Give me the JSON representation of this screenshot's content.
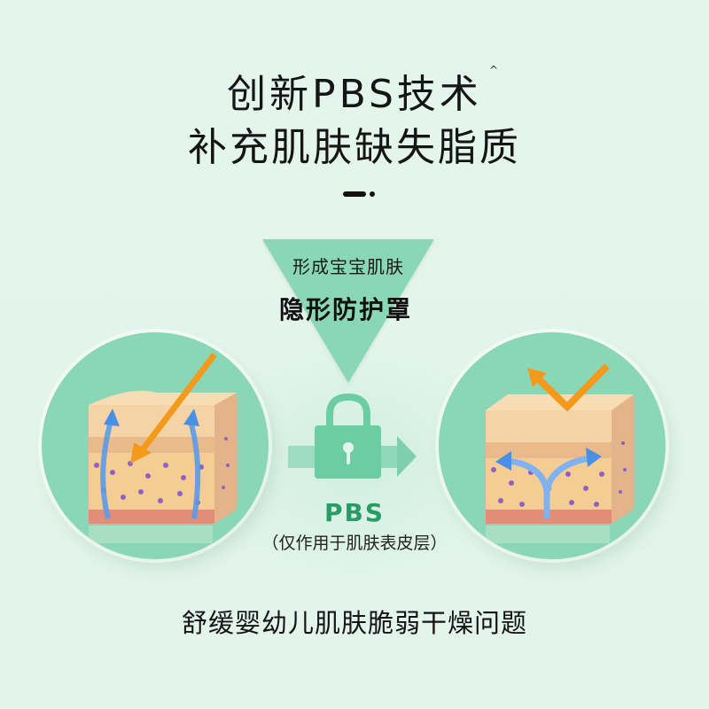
{
  "header": {
    "title_line1": "创新PBS技术",
    "title_superscript": "^",
    "title_line2": "补充肌肤缺失脂质"
  },
  "callout": {
    "subtitle": "形成宝宝肌肤",
    "title": "隐形防护罩"
  },
  "diagram": {
    "left_panel": "skin-cross-section-before",
    "right_panel": "skin-cross-section-after",
    "center_icon": "lock-icon",
    "label": "PBS",
    "note": "（仅作用于肌肤表皮层）"
  },
  "footer": {
    "tagline": "舒缓婴幼儿肌肤脆弱干燥问题"
  },
  "colors": {
    "background": "#e3f5ec",
    "mint": "#8ad7b8",
    "accent_green": "#2a9a66",
    "arrow_orange": "#f39a1c",
    "arrow_blue": "#4a8fe6"
  }
}
